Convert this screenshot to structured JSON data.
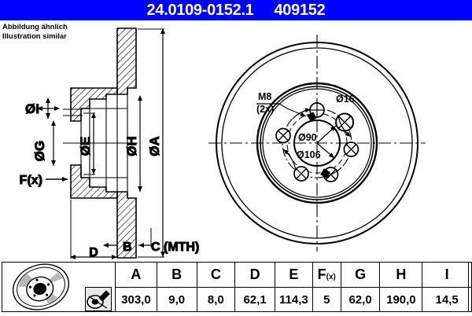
{
  "header": {
    "part_number": "24.0109-0152.1",
    "article_number": "409152",
    "bg_color": "#0000FF",
    "text_color": "#FFFFFF"
  },
  "notes": {
    "line_de": "Abbildung ähnlich",
    "line_en": "Illustration similar"
  },
  "section_view": {
    "labels": {
      "dia_i": "ØI",
      "dia_g": "ØG",
      "dia_e": "ØE",
      "dia_h": "ØH",
      "dia_a": "ØA",
      "force": "F(x)",
      "dim_b": "B",
      "dim_c": "C (MTH)",
      "dim_d": "D"
    }
  },
  "face_view": {
    "labels": {
      "thread": "M8",
      "thread_qty": "(2x)",
      "bolt_hole_dia": "Ø16",
      "center_bore": "Ø90",
      "pitch_circle": "Ø106"
    }
  },
  "icons": {
    "disc": "brake-disc-icon",
    "measure": "measuring-tool-icon"
  },
  "spec_table": {
    "headers": [
      "A",
      "B",
      "C",
      "D",
      "E",
      "F(x)",
      "G",
      "H",
      "I"
    ],
    "header_f_main": "F",
    "header_f_sub": "(x)",
    "values": [
      "303,0",
      "9,0",
      "8,0",
      "62,1",
      "114,3",
      "5",
      "62,0",
      "190,0",
      "14,5"
    ]
  }
}
